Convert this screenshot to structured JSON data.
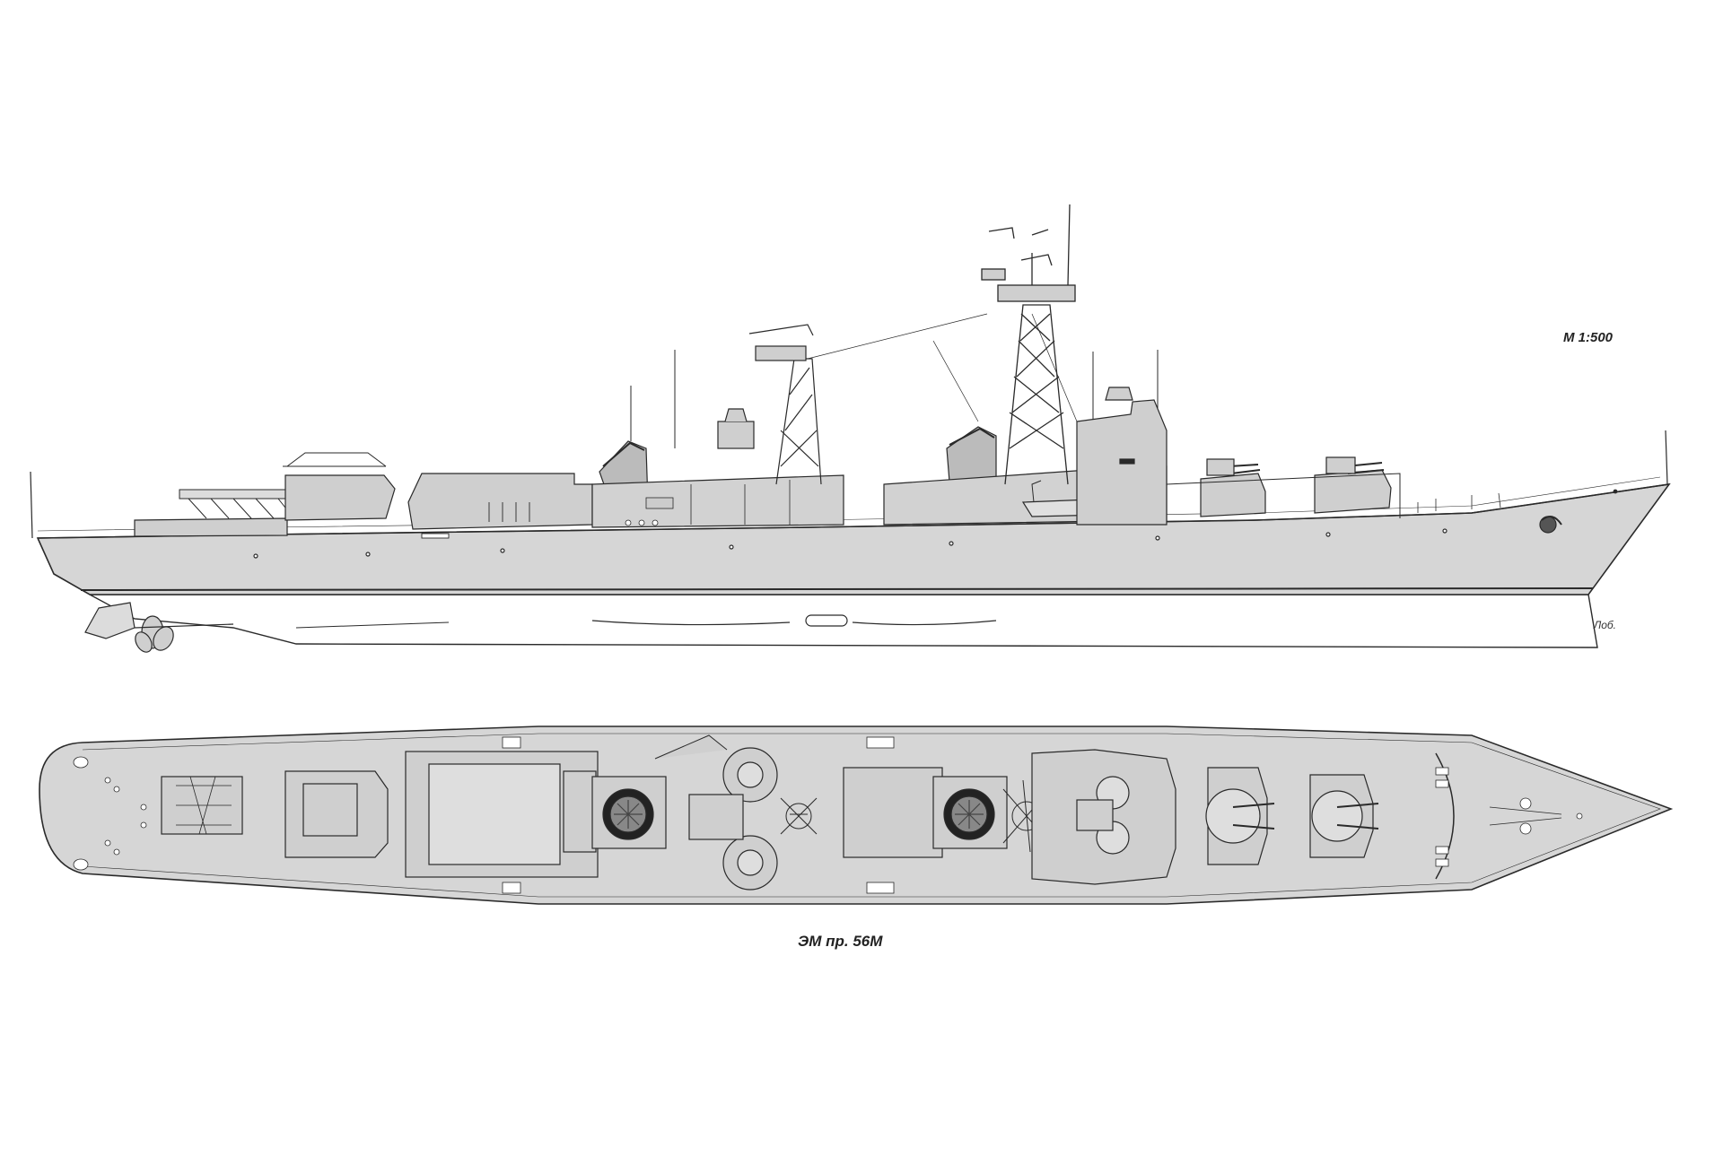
{
  "drawing": {
    "scale_label": "М 1:500",
    "caption": "ЭМ пр. 56М",
    "signature": "Лоб."
  },
  "colors": {
    "hull_fill": "#d6d6d6",
    "superstructure_fill": "#cfcfcf",
    "line_color": "#2a2a2a",
    "background": "#ffffff",
    "underwater_fill": "#ffffff"
  },
  "views": [
    {
      "name": "side-profile"
    },
    {
      "name": "plan-view"
    }
  ]
}
